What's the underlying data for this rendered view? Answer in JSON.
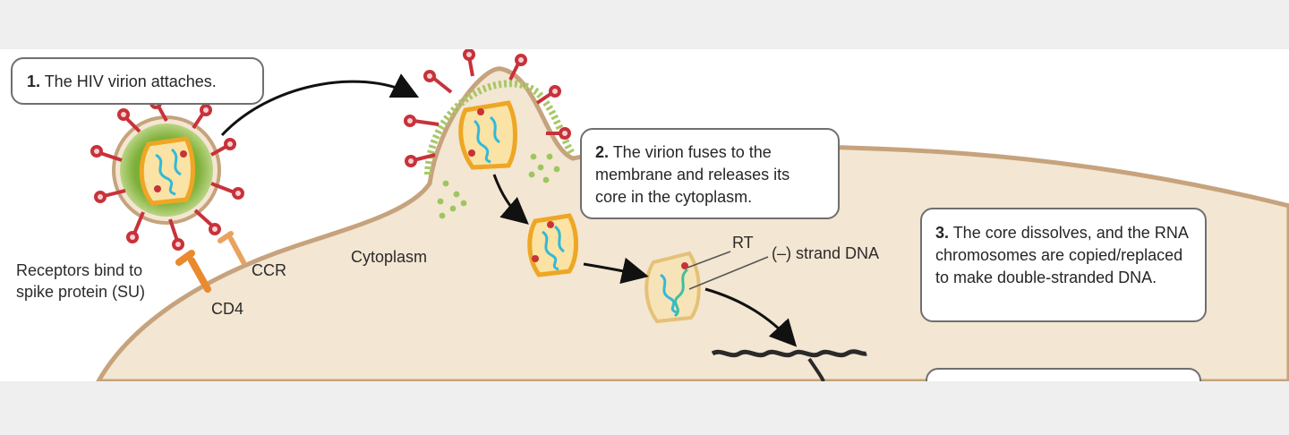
{
  "step1": {
    "num": "1.",
    "text": " The HIV virion attaches."
  },
  "step2": {
    "num": "2.",
    "text": " The virion fuses to the membrane and releases its core in the cytoplasm."
  },
  "step3": {
    "num": "3.",
    "text": " The core dissolves, and the RNA chromosomes are copied/replaced to make double-stranded DNA."
  },
  "labels": {
    "receptors": "Receptors bind to spike protein (SU)",
    "ccr": "CCR",
    "cd4": "CD4",
    "cytoplasm": "Cytoplasm",
    "rt": "RT",
    "minus_strand": "(–) strand DNA"
  },
  "colors": {
    "background": "#efefef",
    "panel": "#ffffff",
    "cell_fill": "#f3e6d2",
    "cell_edge": "#c6a37d",
    "envelope_green": "#8cb83c",
    "capsid_orange": "#eea624",
    "capsid_fill": "#fae3a4",
    "rna_cyan": "#32b9d9",
    "spike_red": "#c8323a",
    "receptor_orange": "#e98a2f"
  }
}
